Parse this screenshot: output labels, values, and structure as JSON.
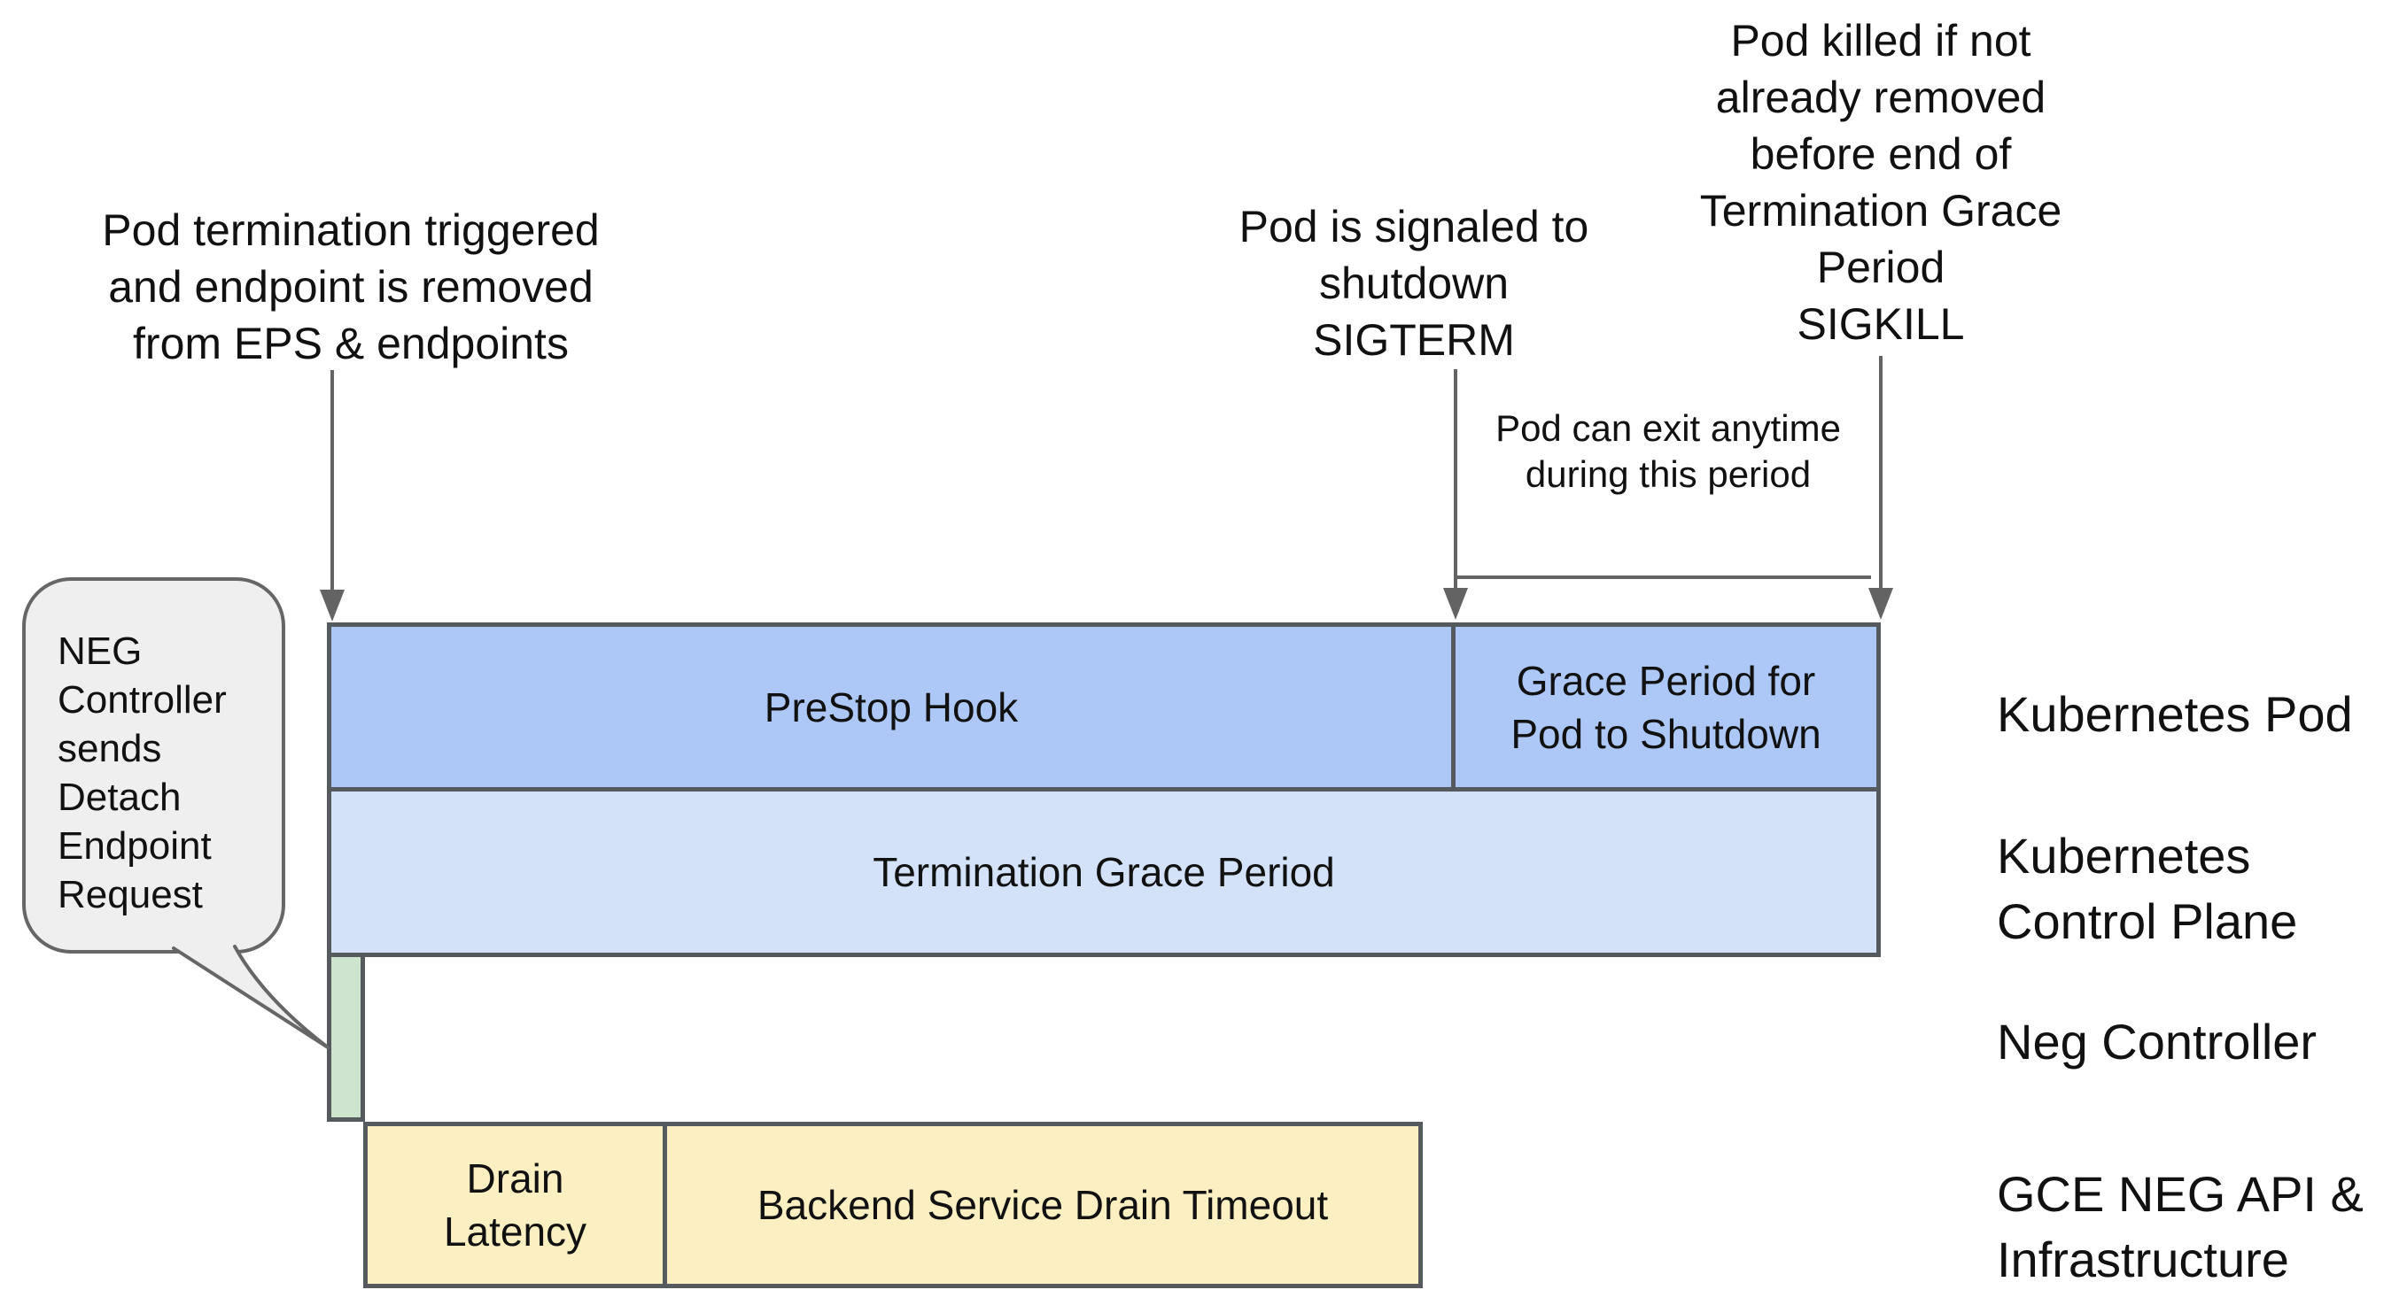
{
  "colors": {
    "bar_blue": "#adc8f6",
    "bar_light_blue": "#d4e2f9",
    "bar_green": "#cee4cd",
    "bar_yellow": "#fcf0c3",
    "bubble_fill": "#efefef",
    "bubble_border": "#666666",
    "arrow_gray": "#636363",
    "border_dark": "#555a5e",
    "text": "#111111",
    "background": "#ffffff"
  },
  "annotations": {
    "pod_termination": {
      "lines": [
        "Pod termination triggered",
        "and endpoint is removed",
        "from EPS & endpoints"
      ]
    },
    "sigterm": {
      "lines": [
        "Pod is signaled to",
        "shutdown",
        "SIGTERM"
      ]
    },
    "sigkill": {
      "lines": [
        "Pod killed if not",
        "already removed",
        "before end of",
        "Termination Grace",
        "Period",
        "SIGKILL"
      ]
    },
    "exit_anytime": {
      "lines": [
        "Pod can exit anytime",
        "during this period"
      ]
    }
  },
  "bubble": {
    "lines": [
      "NEG",
      "Controller",
      "sends",
      "Detach",
      "Endpoint",
      "Request"
    ]
  },
  "timeline": {
    "prestop_label": "PreStop Hook",
    "grace_period_lines": [
      "Grace Period for",
      "Pod to Shutdown"
    ],
    "termination_grace_label": "Termination Grace Period",
    "drain_latency_lines": [
      "Drain",
      "Latency"
    ],
    "backend_drain_label": "Backend Service Drain Timeout"
  },
  "lane_labels": {
    "pod": "Kubernetes Pod",
    "control_plane_lines": [
      "Kubernetes",
      "Control Plane"
    ],
    "neg_controller": "Neg Controller",
    "gce_lines": [
      "GCE NEG API &",
      "Infrastructure"
    ]
  }
}
